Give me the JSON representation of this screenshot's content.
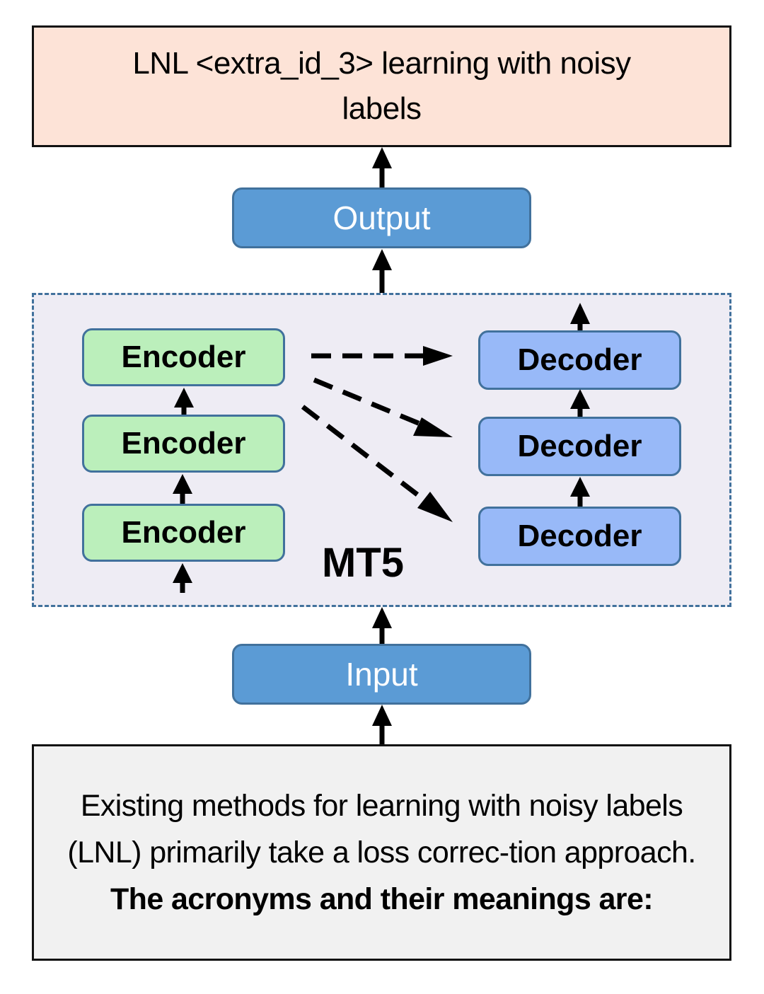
{
  "diagram": {
    "output_text": {
      "prefix": "LNL <extra_id_3> learning with noisy labels"
    },
    "output_label": "Output",
    "input_label": "Input",
    "model_label": "MT5",
    "encoders": [
      "Encoder",
      "Encoder",
      "Encoder"
    ],
    "decoders": [
      "Decoder",
      "Decoder",
      "Decoder"
    ],
    "input_text": {
      "normal": "Existing methods for learning with noisy labels (LNL) primarily take a loss correc-tion approach. ",
      "bold": "The acronyms and their meanings are:"
    },
    "colors": {
      "output_box": "#fde3d7",
      "input_box": "#f1f1f1",
      "pill_blue": "#5b9bd5",
      "encoder_green": "#bbefbb",
      "decoder_blue": "#98b9f8",
      "container_bg": "#eeecf4",
      "border_blue": "#41719c"
    }
  }
}
